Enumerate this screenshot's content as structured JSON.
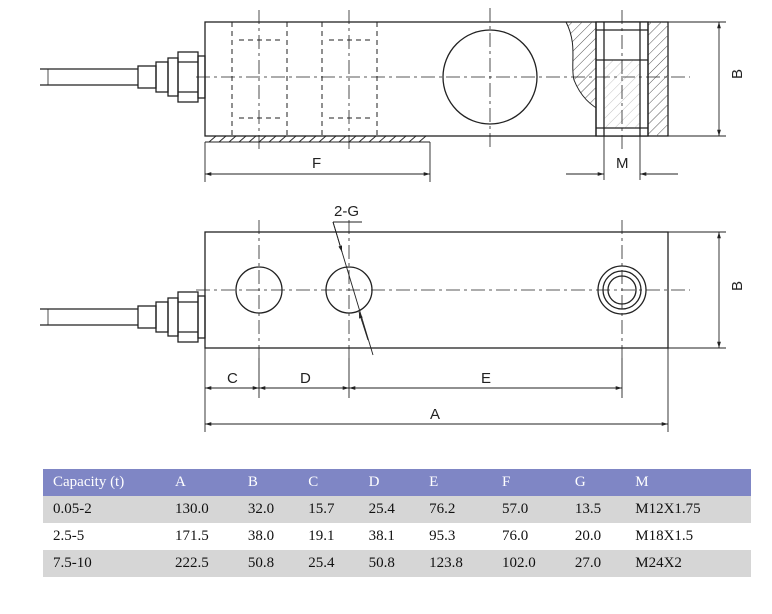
{
  "dims": {
    "A": "A",
    "B": "B",
    "C": "C",
    "D": "D",
    "E": "E",
    "F": "F",
    "M": "M",
    "G": "2-G"
  },
  "table": {
    "headers": [
      "Capacity (t)",
      "A",
      "B",
      "C",
      "D",
      "E",
      "F",
      "G",
      "M"
    ],
    "rows": [
      [
        "0.05-2",
        "130.0",
        "32.0",
        "15.7",
        "25.4",
        "76.2",
        "57.0",
        "13.5",
        "M12X1.75"
      ],
      [
        "2.5-5",
        "171.5",
        "38.0",
        "19.1",
        "38.1",
        "95.3",
        "76.0",
        "20.0",
        "M18X1.5"
      ],
      [
        "7.5-10",
        "222.5",
        "50.8",
        "25.4",
        "50.8",
        "123.8",
        "102.0",
        "27.0",
        "M24X2"
      ]
    ]
  }
}
